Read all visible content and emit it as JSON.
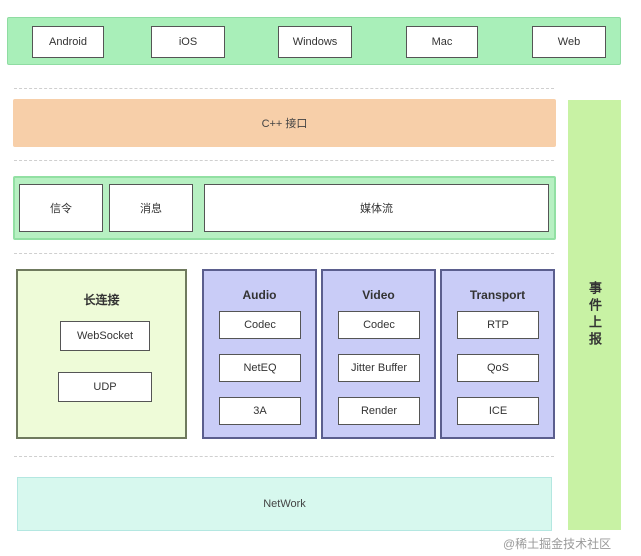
{
  "platforms": [
    "Android",
    "iOS",
    "Windows",
    "Mac",
    "Web"
  ],
  "cpp_interface": "C++ 接口",
  "signaling": {
    "items": [
      "信令",
      "消息",
      "媒体流"
    ]
  },
  "long_connection": {
    "title": "长连接",
    "items": [
      "WebSocket",
      "UDP"
    ]
  },
  "groups": [
    {
      "title": "Audio",
      "items": [
        "Codec",
        "NetEQ",
        "3A"
      ]
    },
    {
      "title": "Video",
      "items": [
        "Codec",
        "Jitter Buffer",
        "Render"
      ]
    },
    {
      "title": "Transport",
      "items": [
        "RTP",
        "QoS",
        "ICE"
      ]
    }
  ],
  "network": "NetWork",
  "event_report": "事件上报",
  "watermark": "@稀土掘金技术社区",
  "colors": {
    "platform_bar": "#a9efb9",
    "cpp_bar": "#f7cfa9",
    "signal_bar": "#b7f0c2",
    "long_connection_panel": "#eefbd8",
    "group_panel": "#c9ccf7",
    "network_bar": "#d7f8ee",
    "event_bar": "#c8f2a4"
  }
}
